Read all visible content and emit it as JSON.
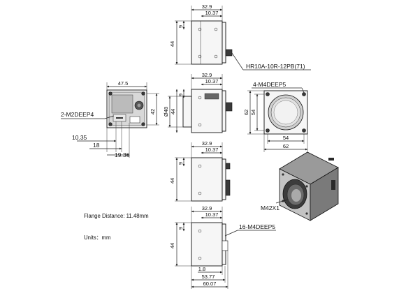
{
  "view1": {
    "d_top": "32.9",
    "d_sub": "10.37",
    "d_small": "9",
    "d_side": "44"
  },
  "view2": {
    "d_top": "32.9",
    "d_sub": "10.37",
    "d_small": "9",
    "d_dia": "Ø48",
    "d_side": "44"
  },
  "view3": {
    "d_top": "32.9",
    "d_sub": "10.37",
    "d_small": "9",
    "d_side": "44"
  },
  "view4": {
    "d_top": "32.9",
    "d_sub": "10.37",
    "d_small": "9",
    "d_side": "44",
    "d_b1": "1.8",
    "d_b2": "53.77",
    "d_b3": "60.07"
  },
  "rear": {
    "d_width": "47.5",
    "d_height": "42",
    "d_a": "10.35",
    "d_b": "18",
    "d_c": "19.36"
  },
  "front": {
    "d_inner_v": "54",
    "d_outer_v": "62",
    "d_inner_h": "54",
    "d_outer_h": "62"
  },
  "callouts": {
    "connector": "HR10A-10R-12PB(71)",
    "front_holes": "4-M4DEEP5",
    "rear_holes": "2-M2DEEP4",
    "mount": "M42X1",
    "bottom_holes": "16-M4DEEP5"
  },
  "notes": {
    "flange": "Flange Distance: 11.48mm",
    "units": "Units：mm"
  }
}
